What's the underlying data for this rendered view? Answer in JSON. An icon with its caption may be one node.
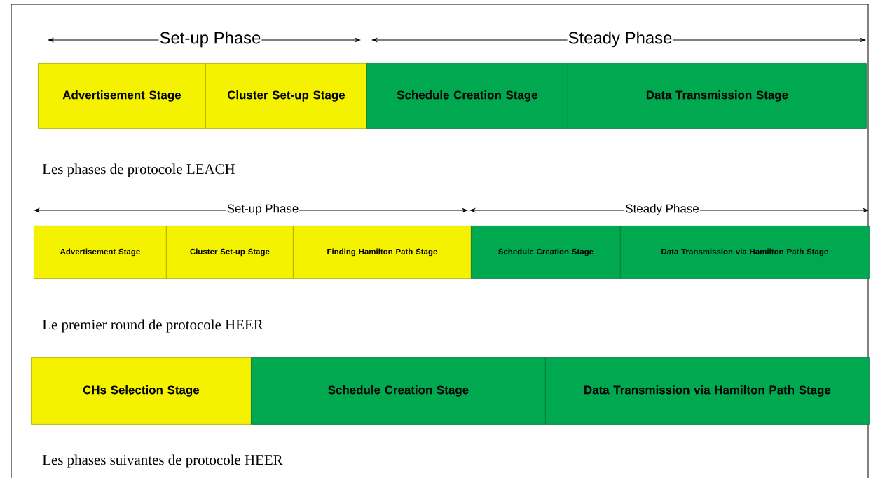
{
  "diagram": {
    "nodes": [
      {
        "text": [
          "Advertisement Stage"
        ]
      },
      {
        "text": [
          "Cluster Set-up Stage"
        ]
      },
      {
        "text": [
          "Schedule Creation Stage"
        ]
      },
      {
        "text": [
          "Data Transmission Stage"
        ]
      },
      {
        "text": [
          "Advertisement Stage"
        ]
      },
      {
        "text": [
          "Cluster Set-up Stage"
        ]
      },
      {
        "text": [
          "Finding Hamilton Path Stage"
        ]
      },
      {
        "text": [
          "Schedule Creation Stage"
        ]
      },
      {
        "text": [
          "Data Transmission via Hamilton Path Stage"
        ]
      },
      {
        "text": [
          "CHs Selection Stage"
        ]
      },
      {
        "text": [
          "Schedule Creation Stage"
        ]
      },
      {
        "text": [
          "Data Transmission via Hamilton Path Stage"
        ]
      }
    ],
    "labels": [
      "Set-up Phase",
      "Steady Phase",
      "Les phases de protocole LEACH",
      "Set-up Phase",
      "Steady Phase",
      "Le premier round de protocole HEER",
      "Les phases suivantes de protocole HEER"
    ]
  }
}
